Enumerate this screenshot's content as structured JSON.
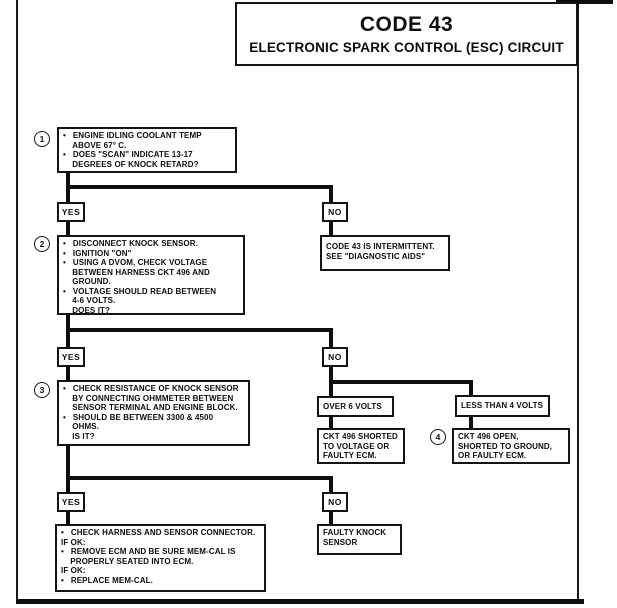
{
  "title": {
    "heading": "CODE 43",
    "subheading": "ELECTRONIC SPARK CONTROL (ESC) CIRCUIT"
  },
  "decision_labels": {
    "yes": "YES",
    "no": "NO"
  },
  "steps": {
    "step1": {
      "number": "1",
      "text": "•   ENGINE IDLING COOLANT TEMP\n    ABOVE 67° C.\n•   DOES \"SCAN\" INDICATE 13-17\n    DEGREES OF KNOCK RETARD?"
    },
    "step2": {
      "number": "2",
      "text": "•   DISCONNECT KNOCK SENSOR.\n•   IGNITION \"ON\"\n•   USING A DVOM, CHECK VOLTAGE\n    BETWEEN HARNESS CKT 496 AND\n    GROUND.\n•   VOLTAGE SHOULD READ BETWEEN\n    4-6 VOLTS.\n    DOES IT?"
    },
    "step3": {
      "number": "3",
      "text": "•   CHECK RESISTANCE OF KNOCK SENSOR\n    BY CONNECTING OHMMETER BETWEEN\n    SENSOR TERMINAL AND ENGINE BLOCK.\n•   SHOULD BE BETWEEN 3300 & 4500\n    OHMS.\n    IS IT?"
    },
    "step4": {
      "number": "4"
    }
  },
  "nodes": {
    "intermittent": "CODE 43 IS INTERMITTENT.\nSEE \"DIAGNOSTIC AIDS\"",
    "over_6_volts": "OVER 6 VOLTS",
    "less_than_4_volts": "LESS THAN 4 VOLTS",
    "ckt_shorted": "CKT 496 SHORTED\nTO VOLTAGE OR\nFAULTY ECM.",
    "ckt_open": "CKT 496 OPEN,\nSHORTED TO GROUND,\nOR FAULTY ECM.",
    "faulty_knock_sensor": "FAULTY KNOCK\nSENSOR",
    "final_checks": "•   CHECK HARNESS AND SENSOR CONNECTOR.\nIF OK:\n•   REMOVE ECM AND BE SURE MEM-CAL IS\n    PROPERLY SEATED INTO ECM.\nIF OK:\n•   REPLACE MEM-CAL."
  }
}
